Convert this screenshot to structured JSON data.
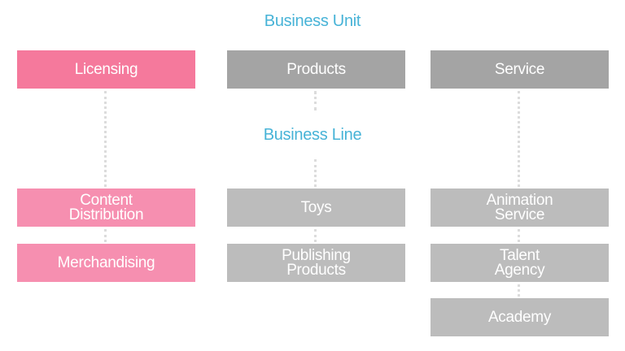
{
  "colors": {
    "heading": "#47b3d7",
    "licensing_unit": "#f5799c",
    "licensing_line": "#f68fb0",
    "unit_gray": "#a4a4a4",
    "line_gray": "#bcbcbc",
    "connector": "#dcdcdc"
  },
  "headings": {
    "business_unit": "Business Unit",
    "business_line": "Business Line"
  },
  "units": [
    {
      "label": "Licensing"
    },
    {
      "label": "Products"
    },
    {
      "label": "Service"
    }
  ],
  "lines": {
    "licensing": [
      {
        "line1": "Content",
        "line2": "Distribution"
      },
      {
        "line1": "Merchandising",
        "line2": ""
      }
    ],
    "products": [
      {
        "line1": "Toys",
        "line2": ""
      },
      {
        "line1": "Publishing",
        "line2": "Products"
      }
    ],
    "service": [
      {
        "line1": "Animation",
        "line2": "Service"
      },
      {
        "line1": "Talent",
        "line2": "Agency"
      },
      {
        "line1": "Academy",
        "line2": ""
      }
    ]
  }
}
